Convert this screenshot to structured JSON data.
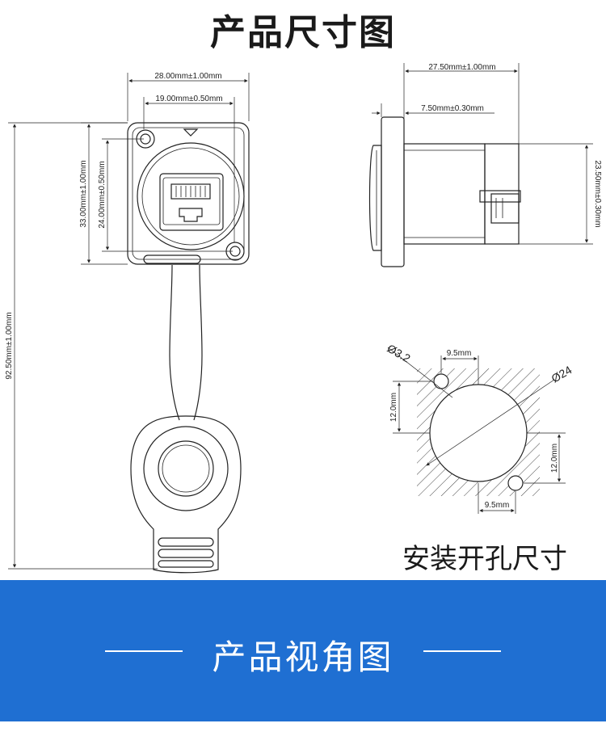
{
  "header": {
    "title": "产品尺寸图"
  },
  "front_view": {
    "dim_width_outer": "28.00mm±1.00mm",
    "dim_width_inner": "19.00mm±0.50mm",
    "dim_height_outer": "33.00mm±1.00mm",
    "dim_height_inner": "24.00mm±0.50mm",
    "dim_total_length": "92.50mm±1.00mm"
  },
  "side_view": {
    "dim_depth": "27.50mm±1.00mm",
    "dim_flange": "7.50mm±0.30mm",
    "dim_body_height": "23.50mm±0.30mm"
  },
  "cutout": {
    "hole_diameter": "Ø3.2",
    "main_diameter": "Ø24",
    "top_offset": "9.5mm",
    "bottom_offset": "9.5mm",
    "left_offset": "12.0mm",
    "right_offset": "12.0mm",
    "caption": "安装开孔尺寸"
  },
  "banner": {
    "title": "产品视角图",
    "color": "#1f6fd2"
  }
}
